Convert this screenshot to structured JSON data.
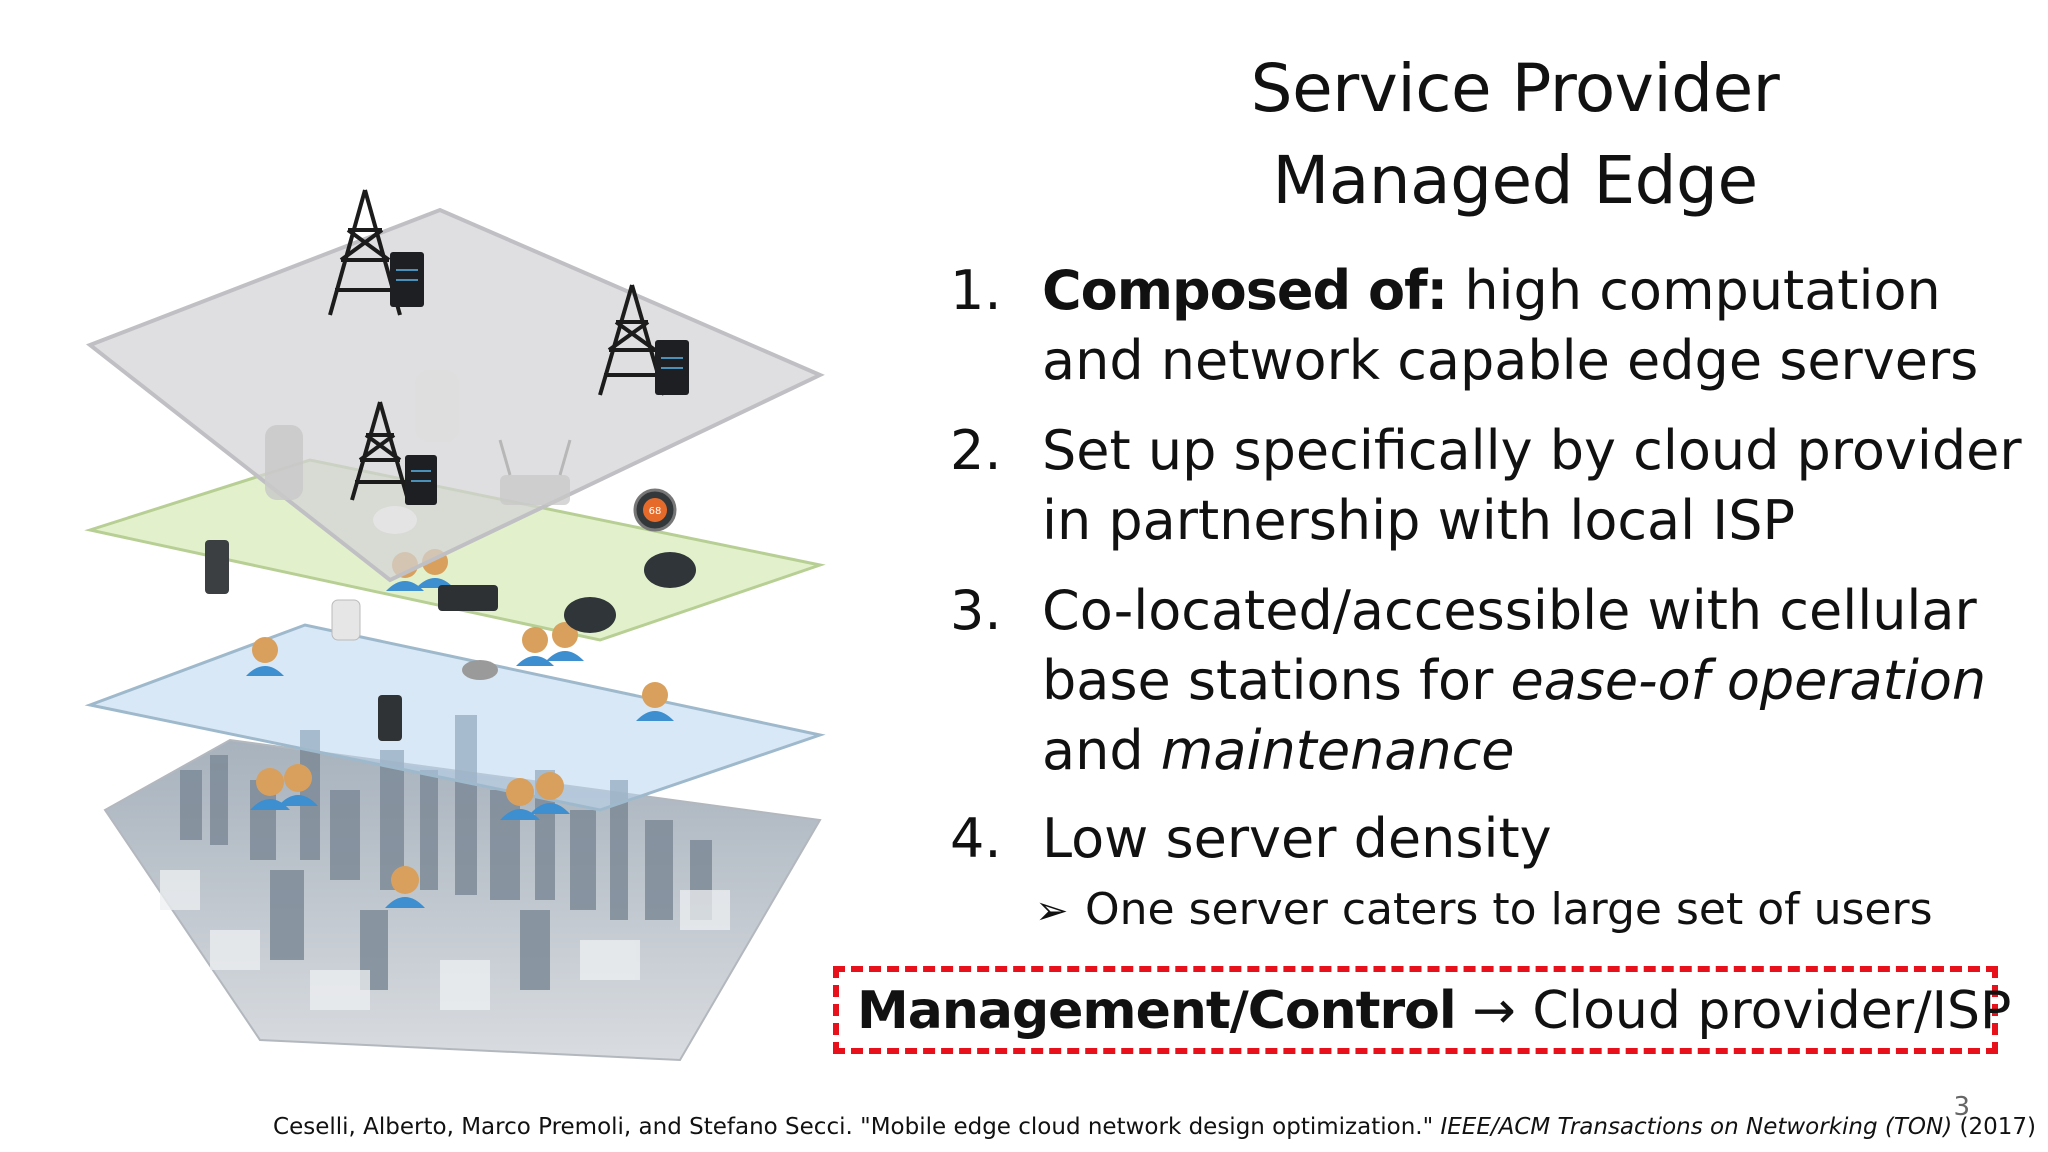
{
  "slide": {
    "title_line1": "Service Provider",
    "title_line2": "Managed Edge",
    "items": [
      {
        "number": "1.",
        "bold_label": "Composed of:",
        "line1_rest": " high computation",
        "line2": "and network capable edge servers"
      },
      {
        "number": "2.",
        "line1": "Set up specifically by cloud provider",
        "line2": "in partnership with local ISP"
      },
      {
        "number": "3.",
        "line1": "Co-located/accessible with cellular",
        "line2_plain": "base stations for ",
        "line2_italic": "ease-of operation",
        "line3_plain": "and ",
        "line3_italic": "maintenance"
      },
      {
        "number": "4.",
        "line1": "Low server density"
      }
    ],
    "sub_bullet": {
      "marker": "➢",
      "text": "One server caters to large set of users"
    },
    "management": {
      "left": "Management/Control",
      "arrow": "→",
      "right": "Cloud provider/ISP"
    },
    "page_number": "3",
    "citation": {
      "text": "Ceselli, Alberto, Marco Premoli, and Stefano Secci. \"Mobile edge cloud network design optimization.\"",
      "journal": "IEEE/ACM Transactions on Networking (TON)",
      "year": "(2017)"
    }
  },
  "illustration": {
    "thermostat_reading": "68",
    "colors": {
      "top_plane": "#d3d3d6",
      "middle_plane": "#cfe8a8",
      "bottom_plane": "#b9d6ee",
      "city": "#8c98a4",
      "dashed_box": "#e8101a"
    }
  }
}
